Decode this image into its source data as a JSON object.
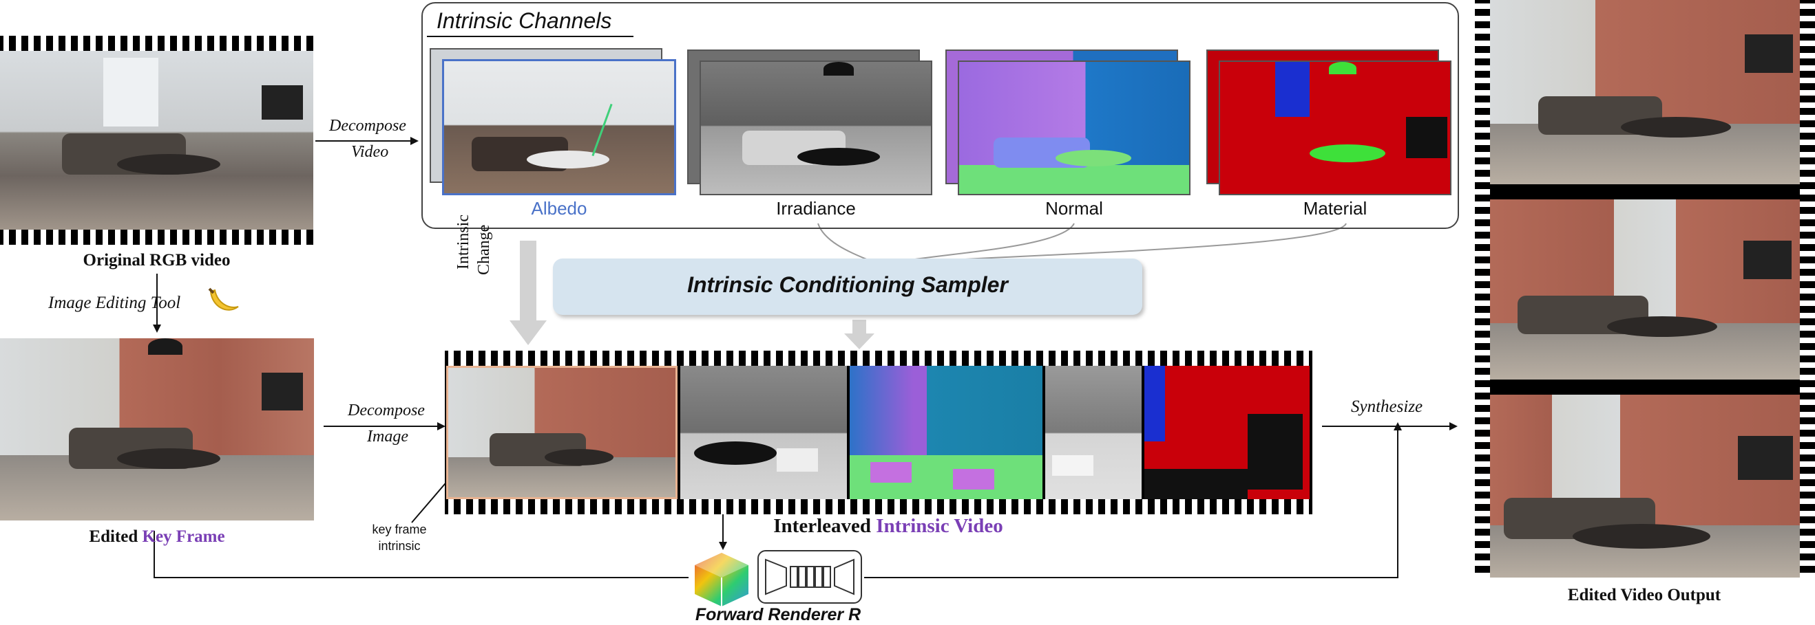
{
  "left": {
    "original_caption": "Original RGB video",
    "decompose_video": [
      "Decompose",
      "Video"
    ],
    "image_editing_tool": "Image Editing Tool",
    "edited_caption_prefix": "Edited ",
    "edited_caption_highlight": "Key Frame",
    "decompose_image": [
      "Decompose",
      "Image"
    ]
  },
  "channels": {
    "title": "Intrinsic Channels",
    "items": [
      "Albedo",
      "Irradiance",
      "Normal",
      "Material"
    ]
  },
  "sampler": {
    "label": "Intrinsic Conditioning Sampler"
  },
  "intrinsic_change": [
    "Intrinsic",
    "Change"
  ],
  "strip": {
    "caption_prefix": "Interleaved ",
    "caption_highlight": "Intrinsic Video",
    "keyframe_note": [
      "key frame",
      "intrinsic"
    ]
  },
  "renderer": {
    "label": "Forward Renderer R"
  },
  "synthesize": "Synthesize",
  "output": {
    "caption": "Edited Video Output"
  },
  "colors": {
    "accent_purple": "#7a3fb5",
    "albedo_blue": "#4a72c8",
    "sampler_fill": "#d6e4ef",
    "keyframe_border": "#e9b391",
    "albedo_color": "#4a72c8"
  }
}
